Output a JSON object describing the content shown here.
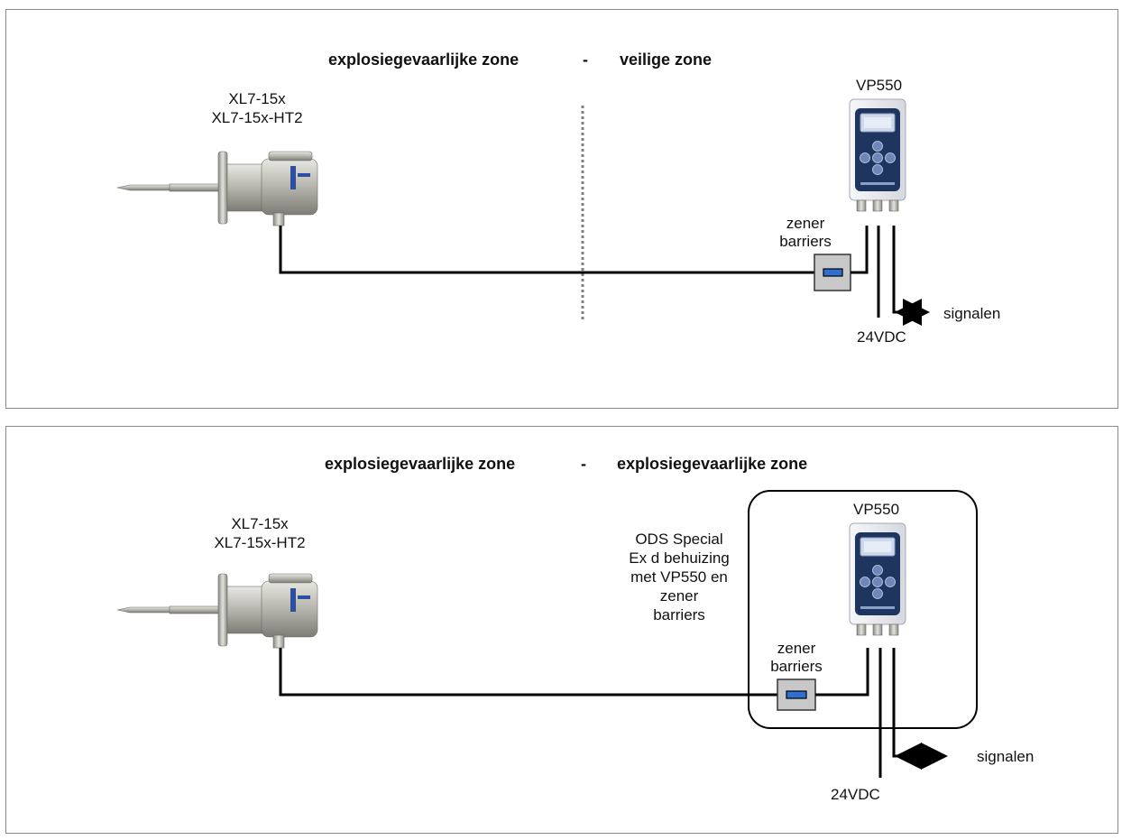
{
  "top": {
    "zone_left": "explosiegevaarlijke zone",
    "separator": "-",
    "zone_right": "veilige zone",
    "sensor_line1": "XL7-15x",
    "sensor_line2": "XL7-15x-HT2",
    "device_label": "VP550",
    "zener_line1": "zener",
    "zener_line2": "barriers",
    "signals_label": "signalen",
    "power_label": "24VDC"
  },
  "bottom": {
    "zone_left": "explosiegevaarlijke zone",
    "separator": "-",
    "zone_right": "explosiegevaarlijke zone",
    "sensor_line1": "XL7-15x",
    "sensor_line2": "XL7-15x-HT2",
    "device_label": "VP550",
    "enclosure_line1": "ODS Special",
    "enclosure_line2": "Ex d behuizing",
    "enclosure_line3": "met VP550 en",
    "enclosure_line4": "zener",
    "enclosure_line5": "barriers",
    "zener_line1": "zener",
    "zener_line2": "barriers",
    "signals_label": "signalen",
    "power_label": "24VDC"
  },
  "colors": {
    "device_face": "#1e3560",
    "barrier_fill": "#c8c8c8",
    "barrier_core": "#2f6fd0",
    "sensor_metal": "#b9b9b0"
  }
}
